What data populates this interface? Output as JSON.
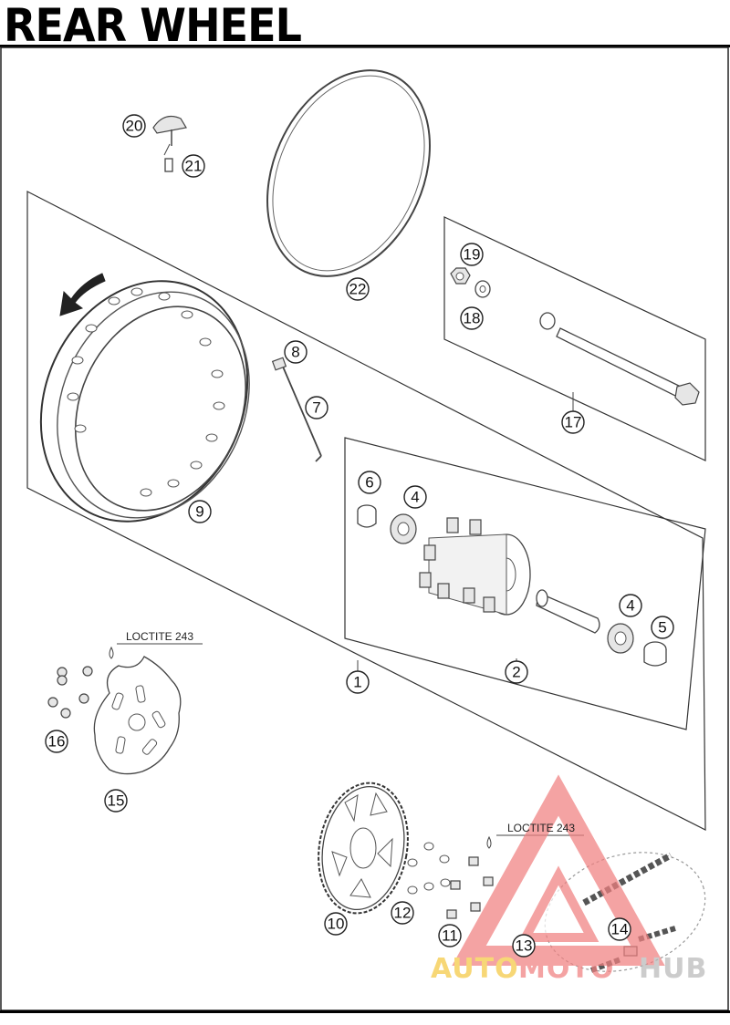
{
  "title": "REAR WHEEL",
  "callouts": {
    "c1": "1",
    "c2": "2",
    "c4a": "4",
    "c4b": "4",
    "c5": "5",
    "c6": "6",
    "c7": "7",
    "c8": "8",
    "c9": "9",
    "c10": "10",
    "c11": "11",
    "c12": "12",
    "c13": "13",
    "c14": "14",
    "c15": "15",
    "c16": "16",
    "c17": "17",
    "c18": "18",
    "c19": "19",
    "c20": "20",
    "c21": "21",
    "c22": "22"
  },
  "notes": {
    "loctite_upper": "LOCTITE 243",
    "loctite_lower": "LOCTITE 243"
  },
  "watermark": {
    "part1": "AUTO",
    "part2": "MOTO",
    "part3": "HUB",
    "colors": {
      "accent": "#f08080",
      "yellow": "#f5c842",
      "gray": "#b9b9b9"
    }
  }
}
